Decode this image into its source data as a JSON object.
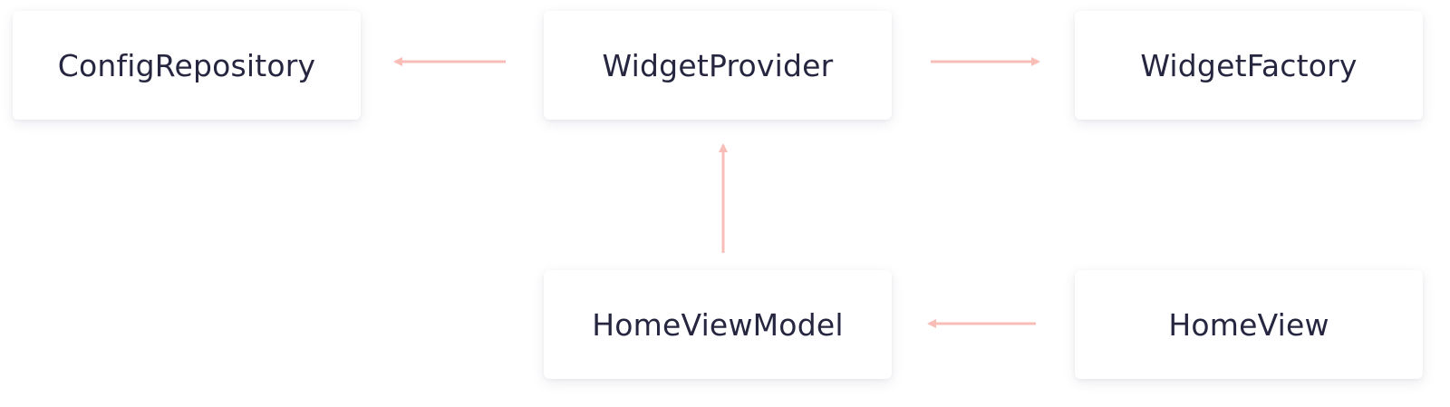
{
  "diagram": {
    "nodes": {
      "config_repository": "ConfigRepository",
      "widget_provider": "WidgetProvider",
      "widget_factory": "WidgetFactory",
      "home_view_model": "HomeViewModel",
      "home_view": "HomeView"
    },
    "edges": [
      {
        "from": "WidgetProvider",
        "to": "ConfigRepository"
      },
      {
        "from": "WidgetProvider",
        "to": "WidgetFactory"
      },
      {
        "from": "HomeViewModel",
        "to": "WidgetProvider"
      },
      {
        "from": "HomeView",
        "to": "HomeViewModel"
      }
    ],
    "edge_color": "#f9bdb8",
    "text_color": "#262640"
  }
}
